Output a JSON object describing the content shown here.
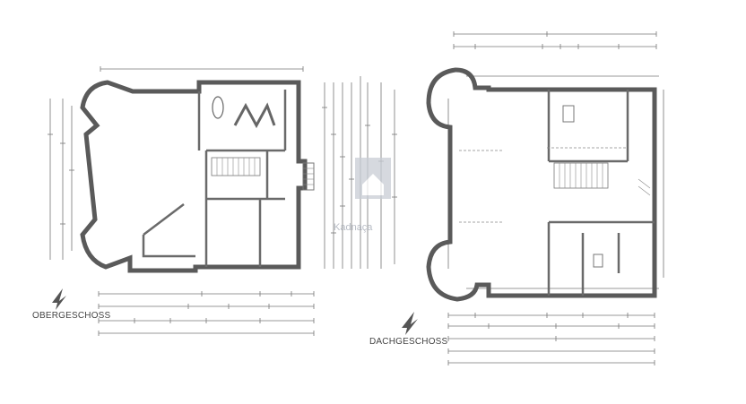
{
  "plans": {
    "left": {
      "title": "OBERGESCHOSS"
    },
    "right": {
      "title": "DACHGESCHOSS"
    }
  },
  "watermark": {
    "text": "Kadnaça",
    "color": "#a0a6b2"
  }
}
